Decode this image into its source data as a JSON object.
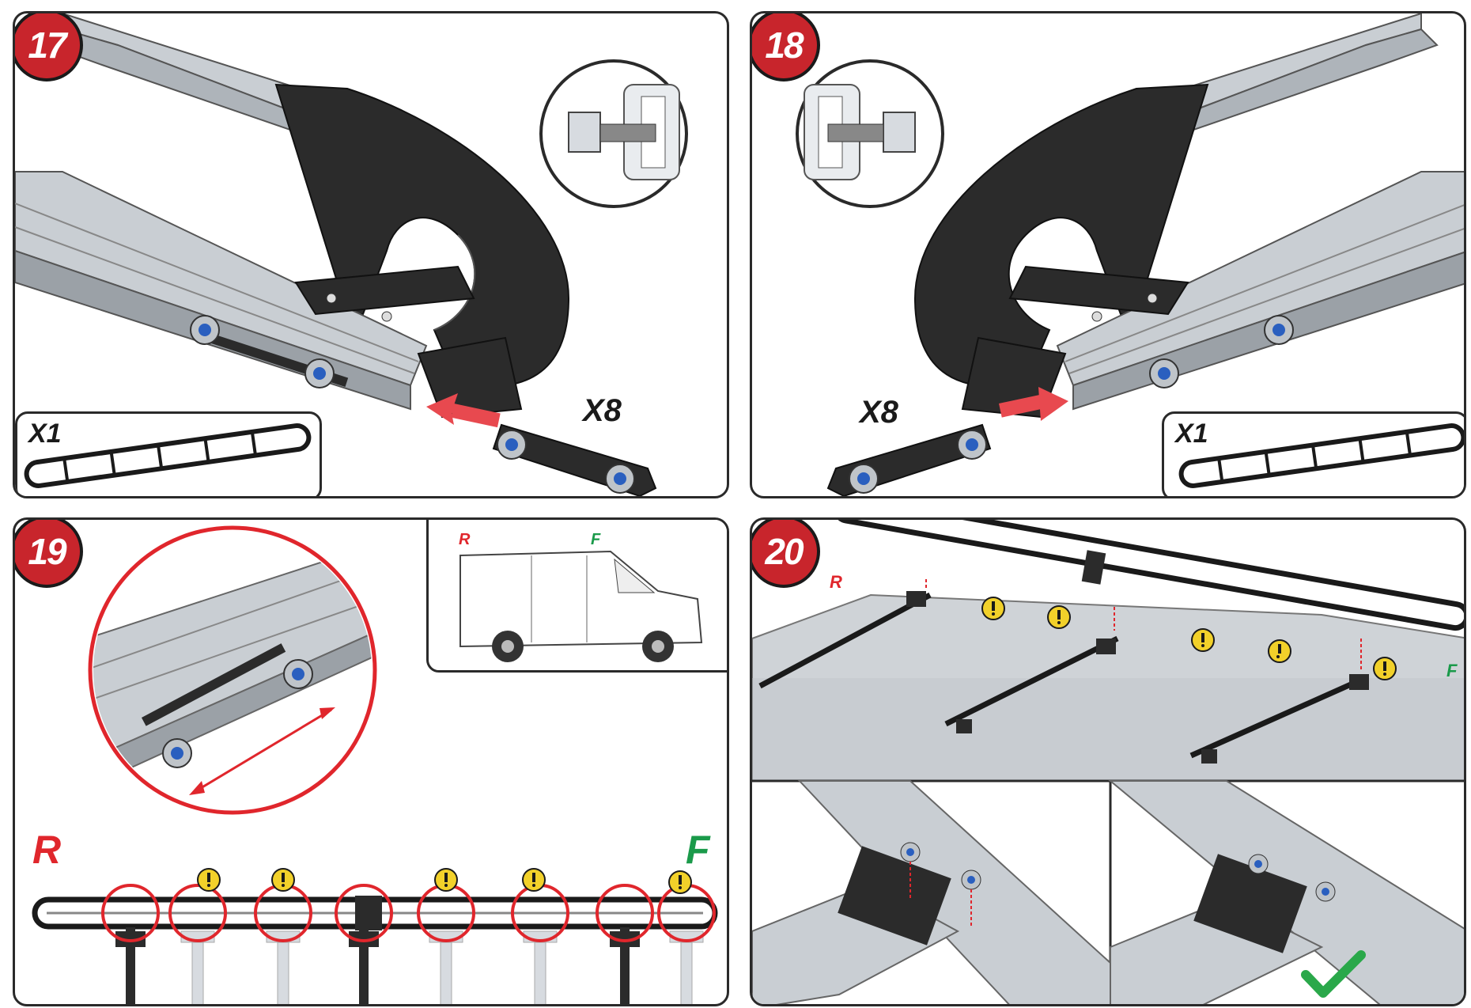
{
  "steps": [
    {
      "number": "17",
      "quantity_rail": "X1",
      "quantity_endcap": "X8"
    },
    {
      "number": "18",
      "quantity_rail": "X1",
      "quantity_endcap": "X8"
    },
    {
      "number": "19",
      "rear_label": "R",
      "front_label": "F",
      "van_rear_label": "R",
      "van_front_label": "F"
    },
    {
      "number": "20",
      "rear_label": "R",
      "front_label": "F"
    }
  ],
  "colors": {
    "step_badge": "#c8252c",
    "arrow": "#e8494f",
    "rear_label": "#e0262c",
    "front_label": "#1a9a4a",
    "warning": "#f2d12a",
    "check": "#2aa84a",
    "rail": "#c9ced3",
    "bracket": "#2b2b2b",
    "nut_accent": "#2a5fbf"
  },
  "icons": [
    "warning-icon",
    "checkmark-icon",
    "arrow-icon",
    "double-arrow-icon",
    "van-icon",
    "nut-bolt-icon"
  ]
}
